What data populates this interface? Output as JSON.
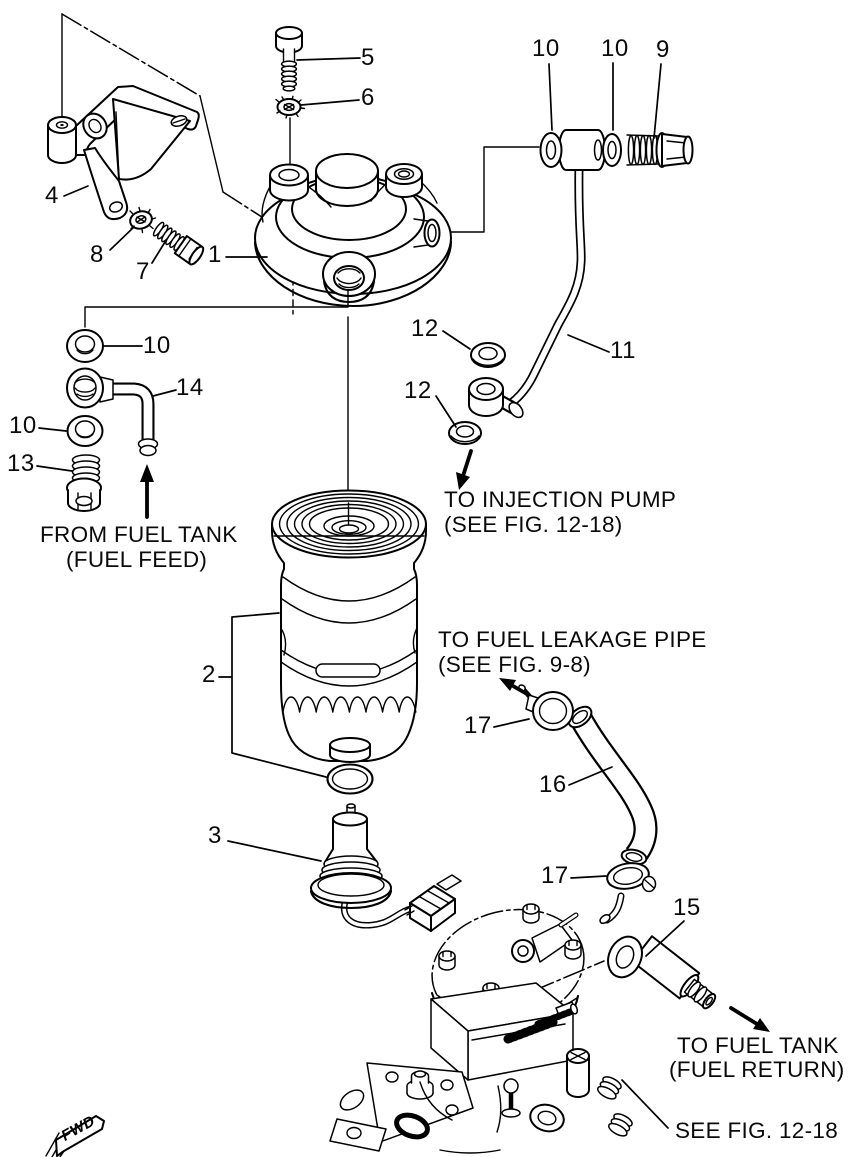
{
  "figure": {
    "background": "#ffffff",
    "line_color": "#000000"
  },
  "callouts": {
    "n1": {
      "label": "1"
    },
    "n2": {
      "label": "2"
    },
    "n3": {
      "label": "3"
    },
    "n4": {
      "label": "4"
    },
    "n5": {
      "label": "5"
    },
    "n6": {
      "label": "6"
    },
    "n7": {
      "label": "7"
    },
    "n8": {
      "label": "8"
    },
    "n9": {
      "label": "9"
    },
    "n10a": {
      "label": "10"
    },
    "n10b": {
      "label": "10"
    },
    "n10c": {
      "label": "10"
    },
    "n10d": {
      "label": "10"
    },
    "n11": {
      "label": "11"
    },
    "n12a": {
      "label": "12"
    },
    "n12b": {
      "label": "12"
    },
    "n13": {
      "label": "13"
    },
    "n14": {
      "label": "14"
    },
    "n15": {
      "label": "15"
    },
    "n16": {
      "label": "16"
    },
    "n17a": {
      "label": "17"
    },
    "n17b": {
      "label": "17"
    }
  },
  "annotations": {
    "fuel_feed": {
      "line1": "FROM FUEL TANK",
      "line2": "(FUEL FEED)"
    },
    "injection_pump": {
      "line1": "TO INJECTION PUMP",
      "line2": "(SEE FIG. 12-18)"
    },
    "fuel_leakage": {
      "line1": "TO FUEL LEAKAGE PIPE",
      "line2": "(SEE FIG. 9-8)"
    },
    "fuel_return": {
      "line1": "TO FUEL TANK",
      "line2": "(FUEL RETURN)"
    },
    "see_fig": {
      "text": "SEE FIG. 12-18"
    },
    "fwd_flag": {
      "text": "FWD"
    }
  }
}
